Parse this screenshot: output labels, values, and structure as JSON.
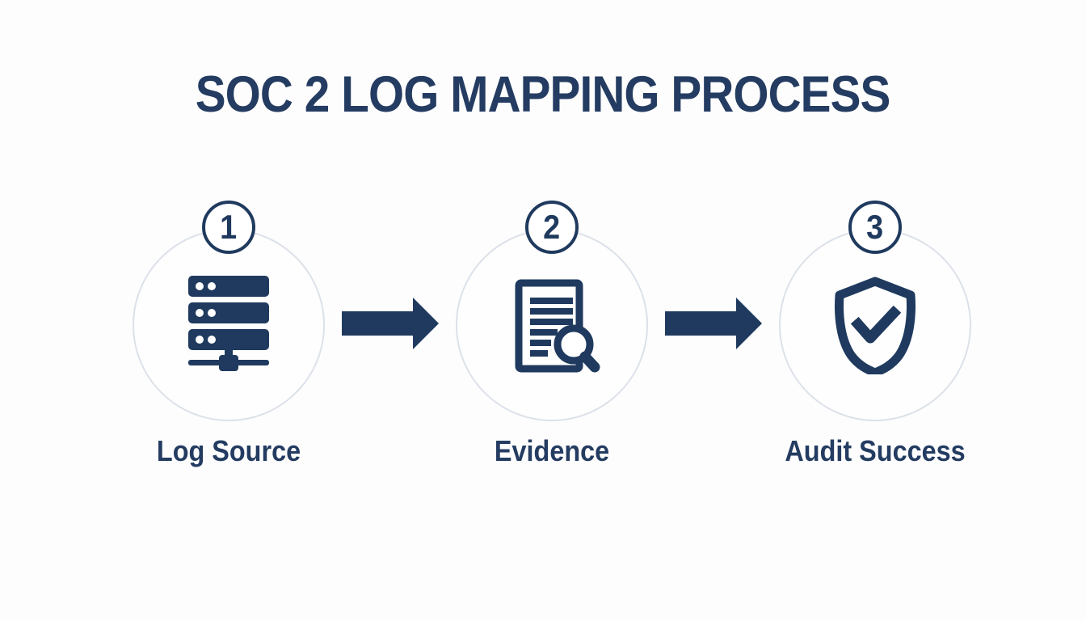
{
  "title": "SOC 2 LOG MAPPING PROCESS",
  "colors": {
    "navy": "#1f3a5e",
    "title_text": "#243c61",
    "circle_border": "#dce1e9",
    "badge_background": "#ffffff",
    "background": "#fdfdfe"
  },
  "steps": [
    {
      "number": "1",
      "label": "Log Source",
      "icon": "server-stack-icon"
    },
    {
      "number": "2",
      "label": "Evidence",
      "icon": "document-search-icon"
    },
    {
      "number": "3",
      "label": "Audit Success",
      "icon": "shield-check-icon"
    }
  ],
  "connectors": [
    {
      "icon": "arrow-right-icon"
    },
    {
      "icon": "arrow-right-icon"
    }
  ]
}
